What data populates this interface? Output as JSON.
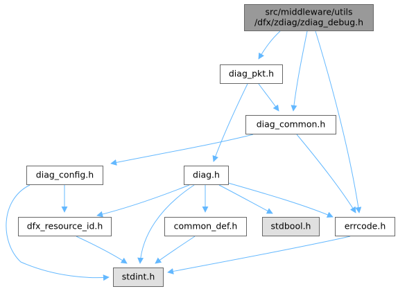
{
  "graph": {
    "colors": {
      "edge": "#63b8ff",
      "node_border": "#666666",
      "node_fill": "#ffffff",
      "root_fill": "#999999",
      "external_fill": "#e0e0e0"
    },
    "nodes": [
      {
        "id": "zdiag_debug",
        "lines": [
          "src/middleware/utils",
          "/dfx/zdiag/zdiag_debug.h"
        ],
        "kind": "root"
      },
      {
        "id": "diag_pkt",
        "lines": [
          "diag_pkt.h"
        ],
        "kind": "normal"
      },
      {
        "id": "diag_common",
        "lines": [
          "diag_common.h"
        ],
        "kind": "normal"
      },
      {
        "id": "diag_config",
        "lines": [
          "diag_config.h"
        ],
        "kind": "normal"
      },
      {
        "id": "diag",
        "lines": [
          "diag.h"
        ],
        "kind": "normal"
      },
      {
        "id": "dfx_resource_id",
        "lines": [
          "dfx_resource_id.h"
        ],
        "kind": "normal"
      },
      {
        "id": "common_def",
        "lines": [
          "common_def.h"
        ],
        "kind": "normal"
      },
      {
        "id": "stdbool",
        "lines": [
          "stdbool.h"
        ],
        "kind": "external"
      },
      {
        "id": "errcode",
        "lines": [
          "errcode.h"
        ],
        "kind": "normal"
      },
      {
        "id": "stdint",
        "lines": [
          "stdint.h"
        ],
        "kind": "external"
      }
    ],
    "edges": [
      {
        "from": "zdiag_debug",
        "to": "diag_pkt"
      },
      {
        "from": "zdiag_debug",
        "to": "diag_common"
      },
      {
        "from": "zdiag_debug",
        "to": "errcode"
      },
      {
        "from": "diag_pkt",
        "to": "diag_common"
      },
      {
        "from": "diag_pkt",
        "to": "diag"
      },
      {
        "from": "diag_common",
        "to": "diag_config"
      },
      {
        "from": "diag_common",
        "to": "errcode"
      },
      {
        "from": "diag_config",
        "to": "dfx_resource_id"
      },
      {
        "from": "diag_config",
        "to": "stdint"
      },
      {
        "from": "diag",
        "to": "dfx_resource_id"
      },
      {
        "from": "diag",
        "to": "common_def"
      },
      {
        "from": "diag",
        "to": "stdbool"
      },
      {
        "from": "diag",
        "to": "errcode"
      },
      {
        "from": "diag",
        "to": "stdint"
      },
      {
        "from": "dfx_resource_id",
        "to": "stdint"
      },
      {
        "from": "common_def",
        "to": "stdint"
      },
      {
        "from": "errcode",
        "to": "stdint"
      }
    ]
  }
}
